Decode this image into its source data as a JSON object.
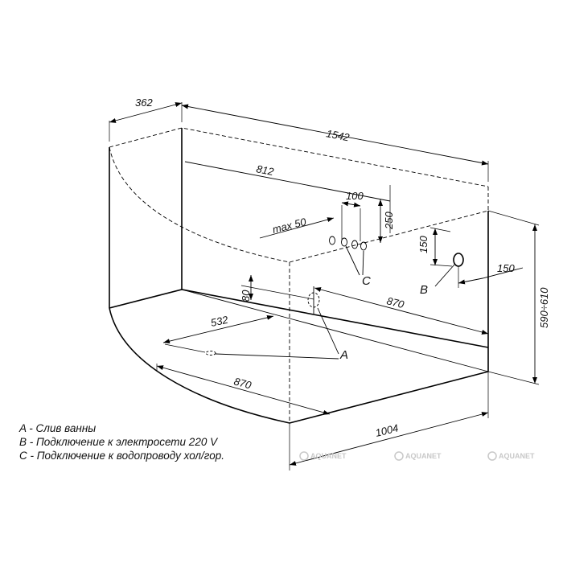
{
  "dimensions": {
    "d362": "362",
    "d1542": "1542",
    "d812": "812",
    "d100": "100",
    "d250": "250",
    "max50": "max  50",
    "d150a": "150",
    "d150b": "150",
    "d80": "80",
    "d532": "532",
    "d870a": "870",
    "d870b": "870",
    "d590": "590÷610",
    "d1004": "1004"
  },
  "points": {
    "A": "A",
    "A2": "A",
    "B": "B",
    "C": "C"
  },
  "legend": {
    "a": "A - Слив ванны",
    "b": "B - Подключение к электросети 220 V",
    "c": "C - Подключение к водопроводу хол/гор."
  },
  "watermark": {
    "text": "AQUANET",
    "color": "#c8c8c8"
  }
}
